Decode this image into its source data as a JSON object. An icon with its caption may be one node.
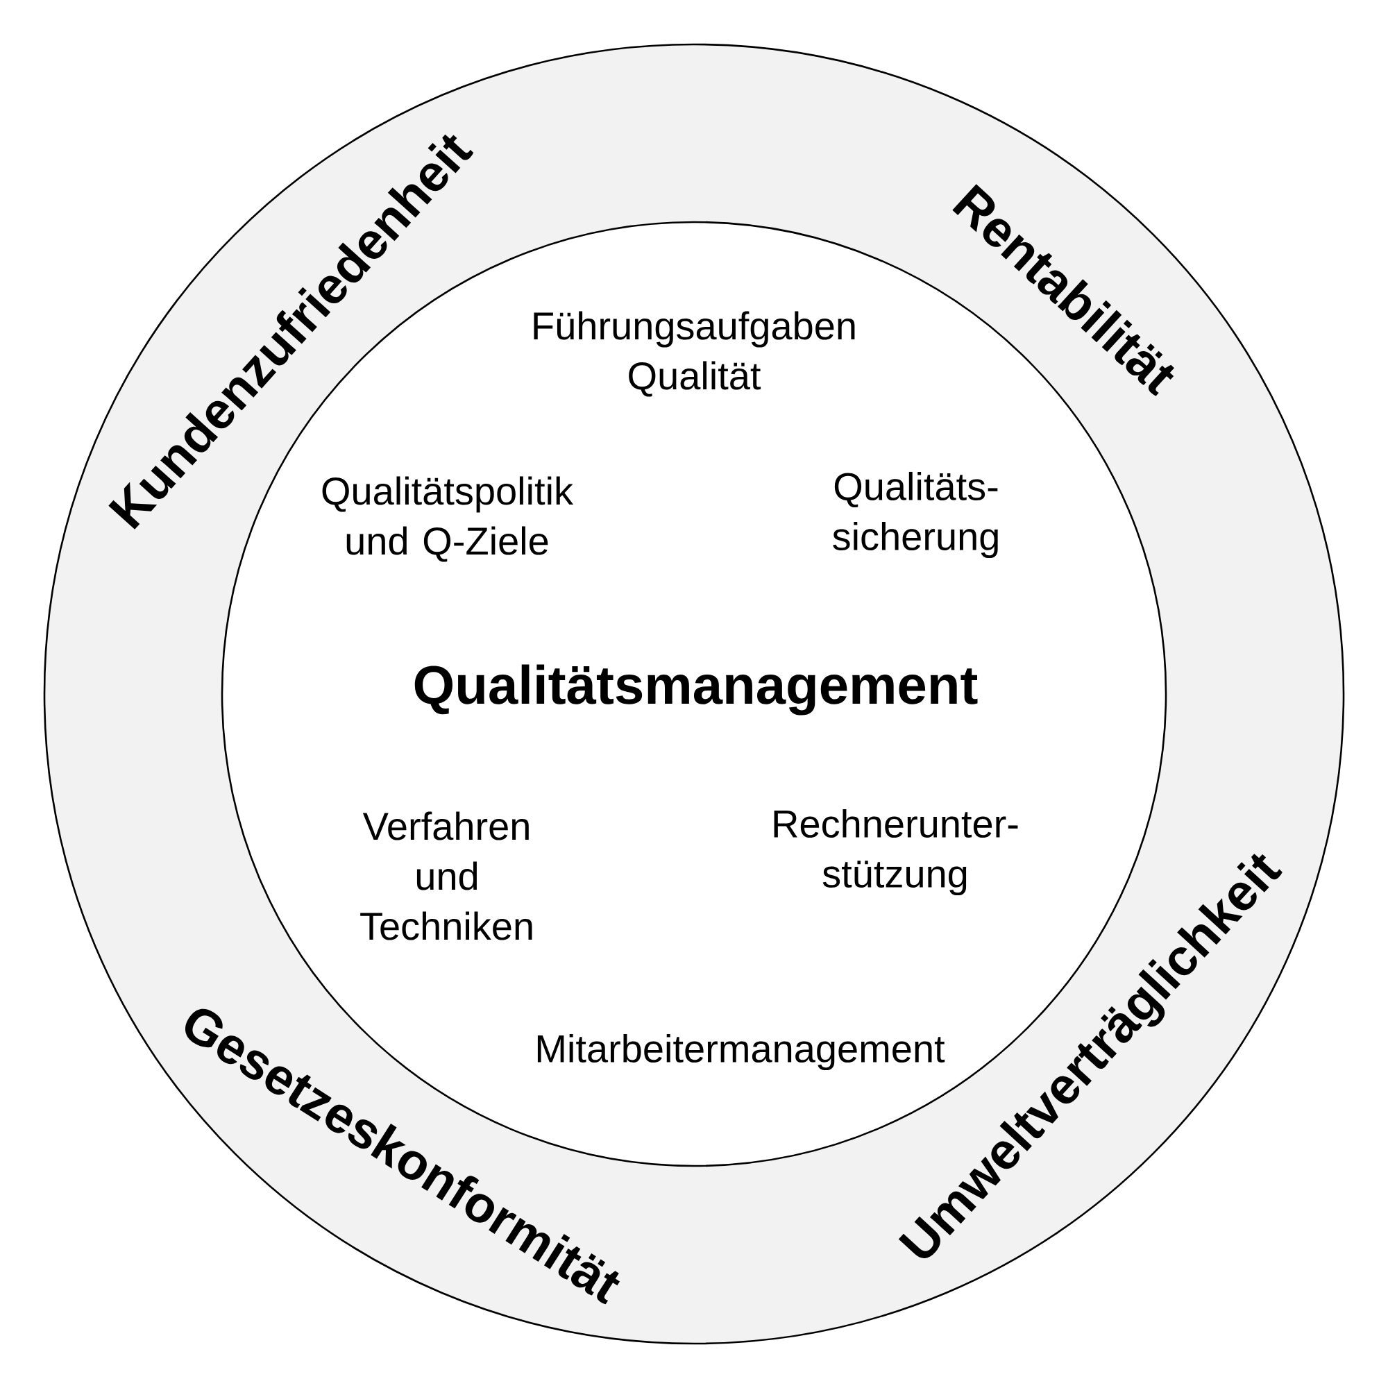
{
  "diagram": {
    "nodes": [
      {
        "text": [
          "Kundenzufriedenheit",
          "Rentabilität",
          "Gesetzeskonformität",
          "Umweltverträglichkeit"
        ]
      },
      {
        "text": [
          "Führungsaufgaben Qualität",
          "Qualitätspolitik und Q-Ziele",
          "Qualitäts- sicherung",
          "Qualitätsmanagement",
          "Verfahren und Techniken",
          "Rechnerunter- stützung",
          "Mitarbeitermanagement"
        ],
        "in": 0
      }
    ]
  }
}
